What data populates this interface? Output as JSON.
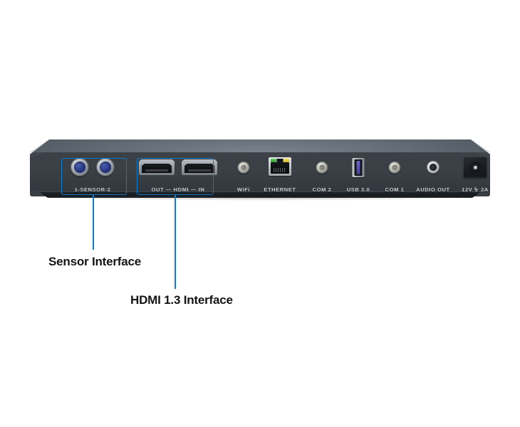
{
  "figure": {
    "subject": "device-rear-panel",
    "background_color": "#ffffff",
    "annotation_color": "#1478c8",
    "label_text_color": "#141414",
    "chassis_color": "#3e444b",
    "port_label_color": "#cdd3d8"
  },
  "panel": {
    "ports": [
      {
        "id": "sensor",
        "label": "1-SENSOR-2",
        "type": "sensor-circular-jack",
        "count": 2,
        "icon": "sensor-jack-icon"
      },
      {
        "id": "hdmi",
        "label": "OUT — HDMI — IN",
        "type": "hdmi-port",
        "count": 2,
        "icon": "hdmi-port-icon"
      },
      {
        "id": "wifi",
        "label": "WiFi",
        "type": "antenna-sma-connector",
        "count": 1,
        "icon": "antenna-connector-icon"
      },
      {
        "id": "ethernet",
        "label": "ETHERNET",
        "type": "rj45-port",
        "count": 1,
        "icon": "ethernet-port-icon",
        "leds": [
          "green",
          "yellow"
        ]
      },
      {
        "id": "com2",
        "label": "COM 2",
        "type": "antenna-sma-connector",
        "count": 1,
        "icon": "antenna-connector-icon"
      },
      {
        "id": "usb30",
        "label": "USB 3.0",
        "type": "usb-a-port",
        "count": 1,
        "icon": "usb-port-icon"
      },
      {
        "id": "com1",
        "label": "COM 1",
        "type": "antenna-sma-connector",
        "count": 1,
        "icon": "antenna-connector-icon"
      },
      {
        "id": "audio-out",
        "label": "AUDIO OUT",
        "type": "audio-jack-3p5mm",
        "count": 1,
        "icon": "audio-jack-icon"
      },
      {
        "id": "power",
        "label": "12V ⏧ 2A",
        "type": "dc-barrel-jack",
        "count": 1,
        "icon": "power-jack-icon"
      }
    ]
  },
  "annotations": [
    {
      "id": "sensor-interface",
      "text": "Sensor Interface",
      "targets": "sensor"
    },
    {
      "id": "hdmi-interface",
      "text": "HDMI 1.3 Interface",
      "targets": "hdmi"
    }
  ]
}
